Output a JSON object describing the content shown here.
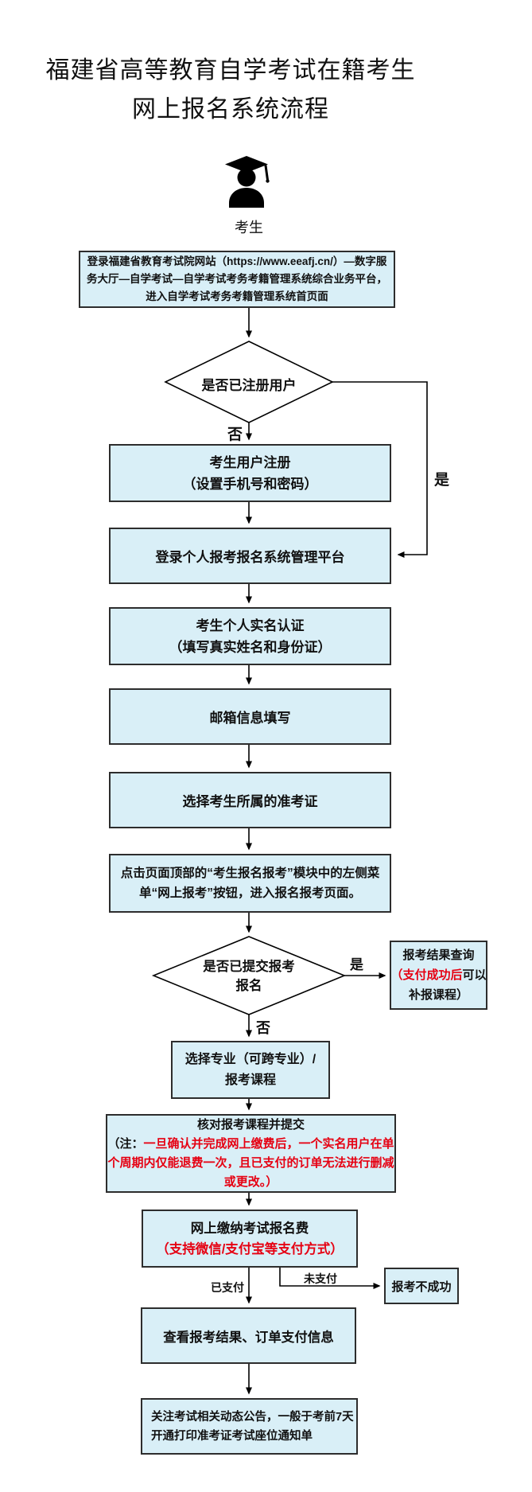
{
  "title": {
    "line1": "福建省高等教育自学考试在籍考生",
    "line2": "网上报名系统流程"
  },
  "actor": {
    "label": "考生",
    "icon": "graduate-student-icon"
  },
  "edge_labels": {
    "yes1": "是",
    "no1": "否",
    "yes2": "是",
    "no2": "否",
    "paid": "已支付",
    "unpaid": "未支付"
  },
  "colors": {
    "box_fill": "#d9eff7",
    "box_border": "#2d2d2d",
    "line": "#000000",
    "text": "#111111",
    "red": "#e60012",
    "background": "#ffffff"
  },
  "nodes": {
    "login_site": {
      "type": "process",
      "lines": [
        "登录福建省教育考试院网站（https://www.eeafj.cn/）—数字服",
        "务大厅—自学考试—自学考试考务考籍管理系统综合业务平台，",
        "进入自学考试考务考籍管理系统首页面"
      ]
    },
    "registered_decision": {
      "type": "decision",
      "text": "是否已注册用户"
    },
    "user_register": {
      "type": "process",
      "lines": [
        "考生用户注册",
        "（设置手机号和密码）"
      ]
    },
    "login_platform": {
      "type": "process",
      "text": "登录个人报考报名系统管理平台"
    },
    "realname_auth": {
      "type": "process",
      "lines": [
        "考生个人实名认证",
        "（填写真实姓名和身份证）"
      ]
    },
    "email_fill": {
      "type": "process",
      "text": "邮箱信息填写"
    },
    "select_ticket": {
      "type": "process",
      "text": "选择考生所属的准考证"
    },
    "click_menu": {
      "type": "process",
      "lines": [
        "点击页面顶部的“考生报名报考”模块中的左侧菜",
        "单“网上报考”按钮，进入报名报考页面。"
      ]
    },
    "submitted_decision": {
      "type": "decision",
      "lines": [
        "是否已提交报考",
        "报名"
      ]
    },
    "result_query": {
      "type": "process",
      "line1": "报考结果查询",
      "line2_red": "（支付成功后",
      "line2_black": "可以",
      "line3": "补报课程）"
    },
    "select_major": {
      "type": "process",
      "lines": [
        "选择专业（可跨专业）/",
        "报考课程"
      ]
    },
    "confirm_submit": {
      "type": "process",
      "line1": "核对报考课程并提交",
      "note_prefix": "（注：",
      "note_red1": "一旦确认并完成网上缴费后，一个实名用户在单",
      "note_red2": "个周期内仅能退费一次，且已支付的订单无法进行删减",
      "note_red3": "或更改。）"
    },
    "pay_fee": {
      "type": "process",
      "line1": "网上缴纳考试报名费",
      "line2_red": "（支持微信/支付宝等支付方式）"
    },
    "fail": {
      "type": "process",
      "text": "报考不成功"
    },
    "view_result": {
      "type": "process",
      "text": "查看报考结果、订单支付信息"
    },
    "notice": {
      "type": "process",
      "lines": [
        "关注考试相关动态公告，一般于考前7天",
        "开通打印准考证考试座位通知单"
      ]
    }
  }
}
